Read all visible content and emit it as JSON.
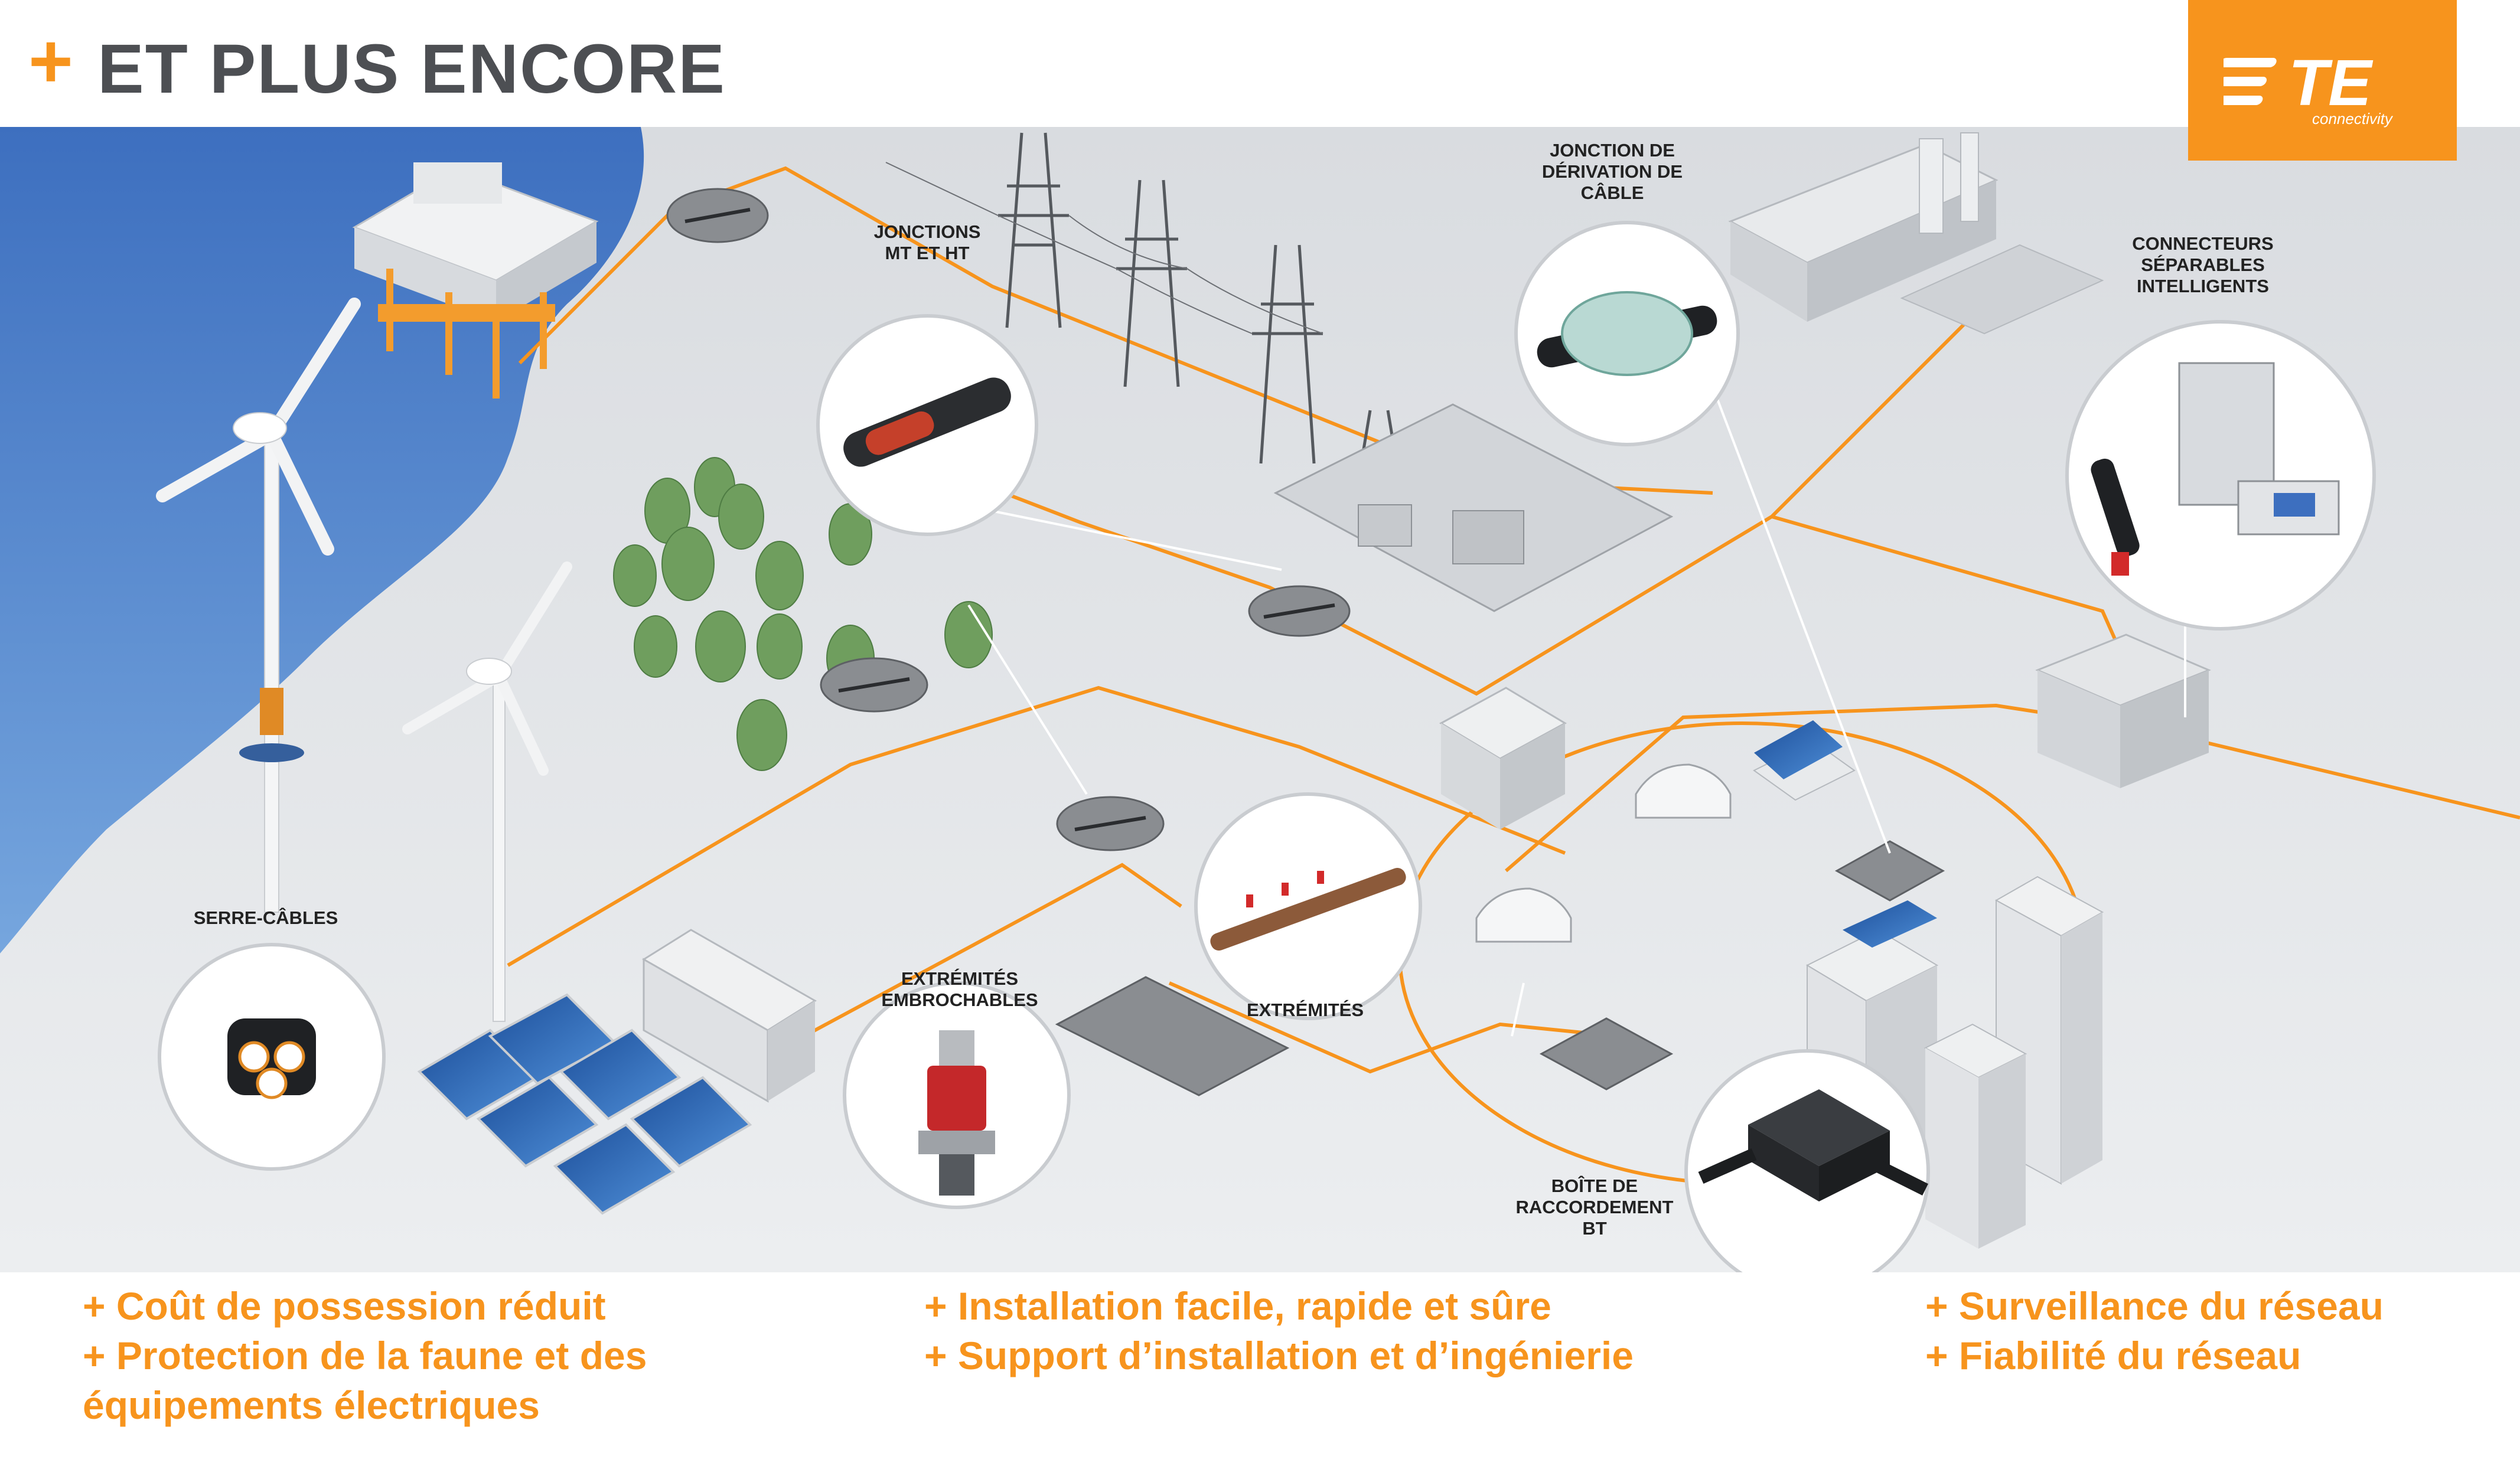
{
  "header": {
    "plus": "+",
    "title": "ET PLUS ENCORE",
    "logo_mark": "TE",
    "logo_sub": "connectivity",
    "brand_color": "#f7941d"
  },
  "labels": {
    "jonctions": "JONCTIONS\nMT ET HT",
    "derivation": "JONCTION DE\nDÉRIVATION DE\nCÂBLE",
    "connecteurs": "CONNECTEURS\nSÉPARABLES\nINTELLIGENTS",
    "serre_cables": "SERRE-CÂBLES",
    "embrochables": "EXTRÉMITÉS\nEMBROCHABLES",
    "extremites": "EXTRÉMITÉS",
    "boite": "BOÎTE DE\nRACCORDEMENT\nBT"
  },
  "benefits": {
    "col1": [
      "+ Coût de possession réduit",
      "+ Protection de la faune et des",
      "   équipements électriques"
    ],
    "col2": [
      "+ Installation facile, rapide et sûre",
      "+ Support d’installation et d’ingénierie"
    ],
    "col3": [
      "+ Surveillance du réseau",
      "+ Fiabilité du réseau"
    ]
  },
  "icons": [
    "wind-turbine-icon",
    "offshore-substation-icon",
    "transmission-tower-icon",
    "power-plant-icon",
    "solar-panel-icon",
    "battery-container-icon",
    "electric-car-icon",
    "building-icon",
    "tree-icon"
  ],
  "colors": {
    "sea": "#4a7fc9",
    "ground": "#e3e5e8",
    "cable": "#f7941d",
    "title": "#4d4f53"
  }
}
